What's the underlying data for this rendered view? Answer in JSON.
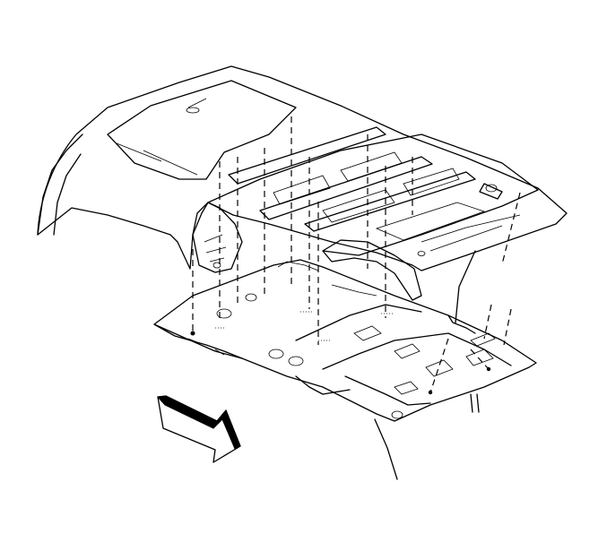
{
  "diagram": {
    "parts": [
      "roof-panel",
      "roof-frame-rails",
      "headliner-panel",
      "fasteners",
      "view-direction-arrow"
    ],
    "colors": {
      "line": "#000000",
      "background": "#ffffff",
      "arrow_band": "#000000"
    },
    "icons": {
      "view-arrow": "view-direction-arrow-icon"
    }
  }
}
